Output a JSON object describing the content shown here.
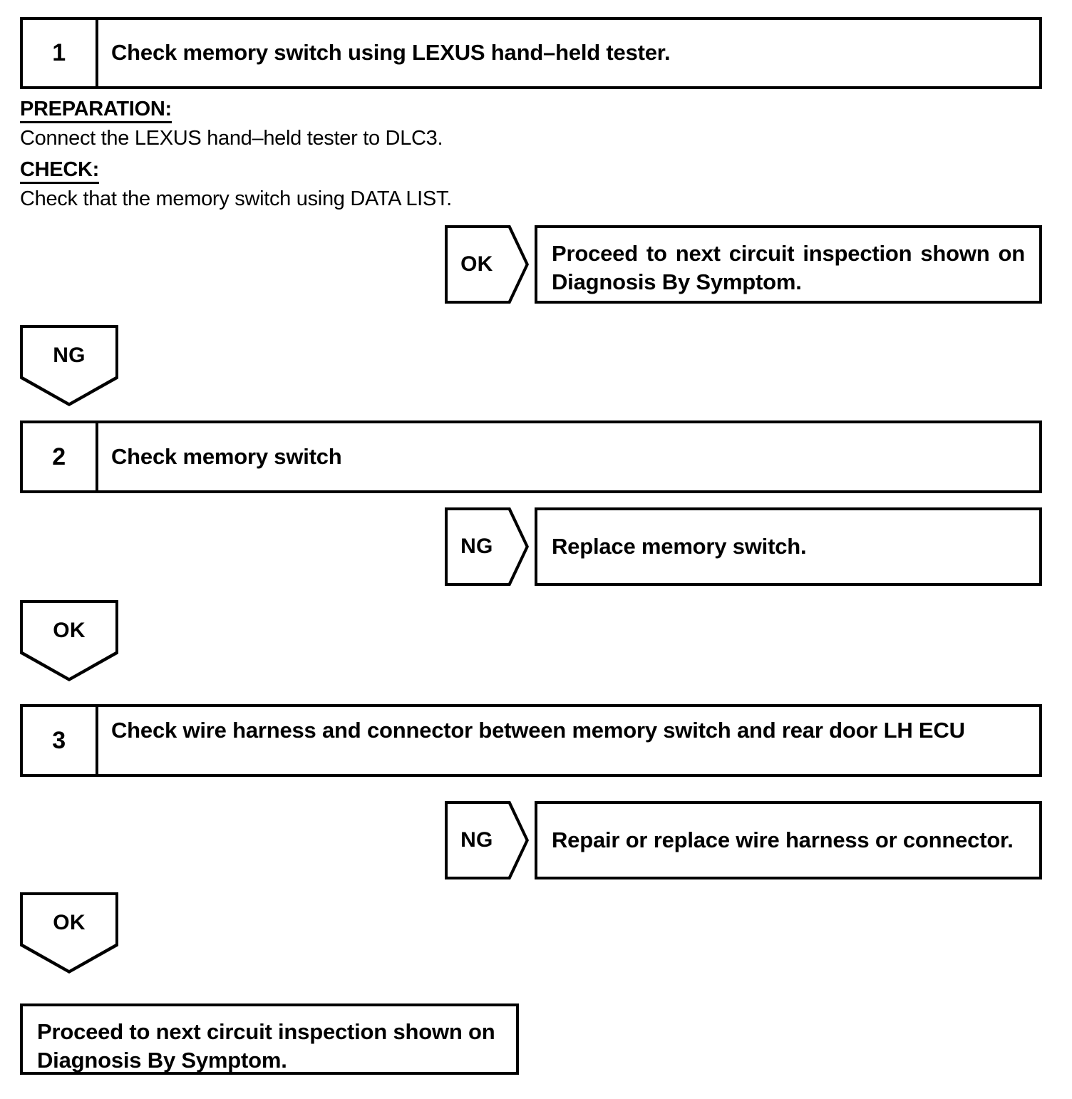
{
  "document": {
    "type": "diagnostic-troubleshooting-flowchart"
  },
  "steps": [
    {
      "number": "1",
      "title": "Check memory switch using LEXUS hand–held tester.",
      "procedure": {
        "preparation_heading": "PREPARATION:",
        "preparation_text": "Connect the LEXUS hand–held tester to DLC3.",
        "check_heading": "CHECK:",
        "check_text": "Check that the memory switch using DATA LIST."
      },
      "branch": {
        "tag": "OK",
        "result_line1": "Proceed to next circuit inspection shown on",
        "result_line2": "Diagnosis By Symptom."
      },
      "continue_tag": "NG"
    },
    {
      "number": "2",
      "title": "Check memory switch",
      "branch": {
        "tag": "NG",
        "result_line1": "Replace memory switch.",
        "result_line2": ""
      },
      "continue_tag": "OK"
    },
    {
      "number": "3",
      "title": "Check wire harness and connector between memory switch and rear door LH ECU",
      "branch": {
        "tag": "NG",
        "result_line1": "Repair or replace wire harness or connector.",
        "result_line2": ""
      },
      "continue_tag": "OK"
    }
  ],
  "final_result": {
    "line1": "Proceed to next circuit inspection shown on",
    "line2": "Diagnosis By Symptom."
  },
  "colors": {
    "ink": "#000000",
    "paper": "#ffffff"
  }
}
